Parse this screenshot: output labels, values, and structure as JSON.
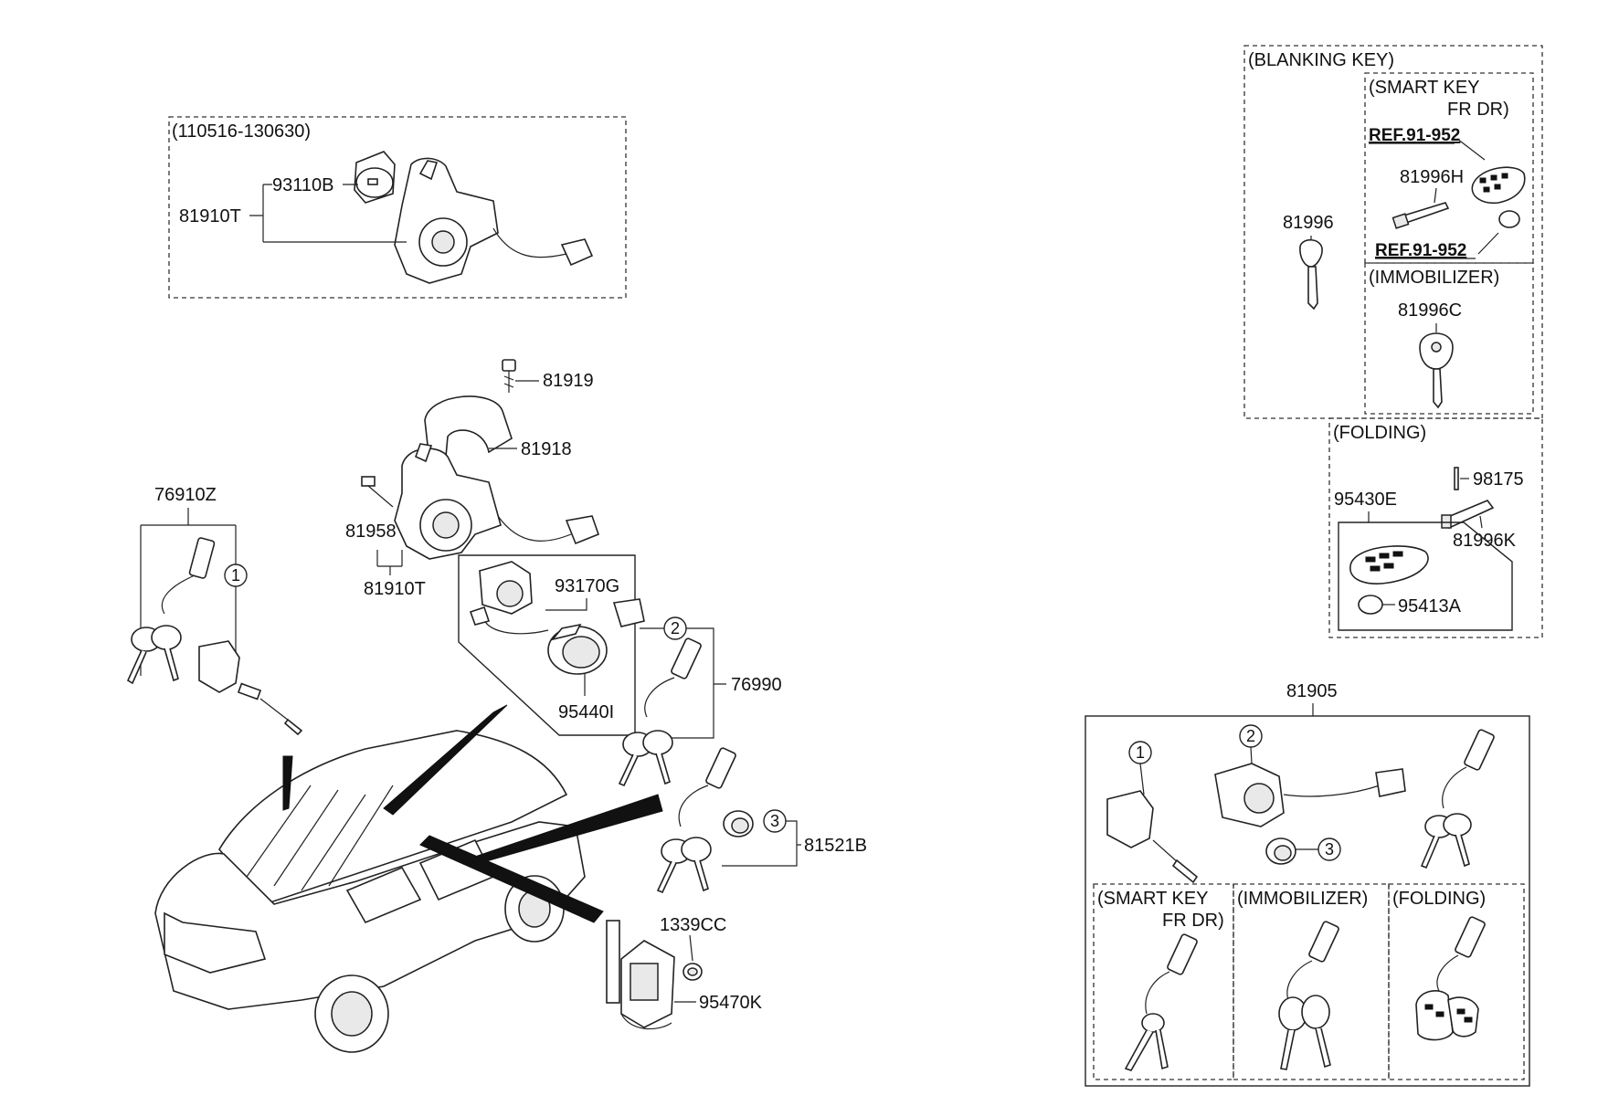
{
  "sections": {
    "top_variant": "(110516-130630)",
    "blanking_key": "(BLANKING KEY)",
    "smart_key_line1": "(SMART KEY",
    "smart_key_line2": "FR DR)",
    "immobilizer": "(IMMOBILIZER)",
    "folding": "(FOLDING)",
    "kit_smart_key_line1": "(SMART KEY",
    "kit_smart_key_line2": "FR DR)",
    "kit_immobilizer": "(IMMOBILIZER)",
    "kit_folding": "(FOLDING)"
  },
  "refs": {
    "ref1": "REF.91-952",
    "ref2": "REF.91-952"
  },
  "parts": {
    "p93110B": "93110B",
    "p81910T_top": "81910T",
    "p81919": "81919",
    "p81918": "81918",
    "p81958": "81958",
    "p81910T": "81910T",
    "p76910Z": "76910Z",
    "p93170G": "93170G",
    "p95440I": "95440I",
    "p76990": "76990",
    "p81521B": "81521B",
    "p1339CC": "1339CC",
    "p95470K": "95470K",
    "p81996": "81996",
    "p81996H": "81996H",
    "p81996C": "81996C",
    "p98175": "98175",
    "p95430E": "95430E",
    "p81996K": "81996K",
    "p95413A": "95413A",
    "p81905": "81905"
  },
  "callouts": {
    "c1": "1",
    "c2": "2",
    "c3": "3",
    "k1": "1",
    "k2": "2",
    "k3": "3"
  }
}
